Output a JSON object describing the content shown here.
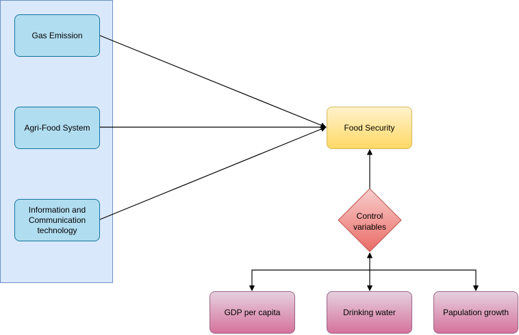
{
  "nodes": {
    "gas_emission": "Gas Emission",
    "agri_food": "Agri-Food System",
    "ict_line1": "Information and",
    "ict_line2": "Communication",
    "ict_line3": "technology",
    "food_security": "Food Security",
    "control_line1": "Control",
    "control_line2": "variables",
    "gdp": "GDP per capita",
    "drinking_water": "Drinking water",
    "population": "Papulation growth"
  },
  "colors": {
    "panel_fill": "#dae8fc",
    "blue_fill": "#b1ddf0",
    "yellow_fill": "#ffd966",
    "pink_fill": "#d5739d",
    "diamond_fill": "#f19c99",
    "diamond_stroke": "#b85450"
  }
}
